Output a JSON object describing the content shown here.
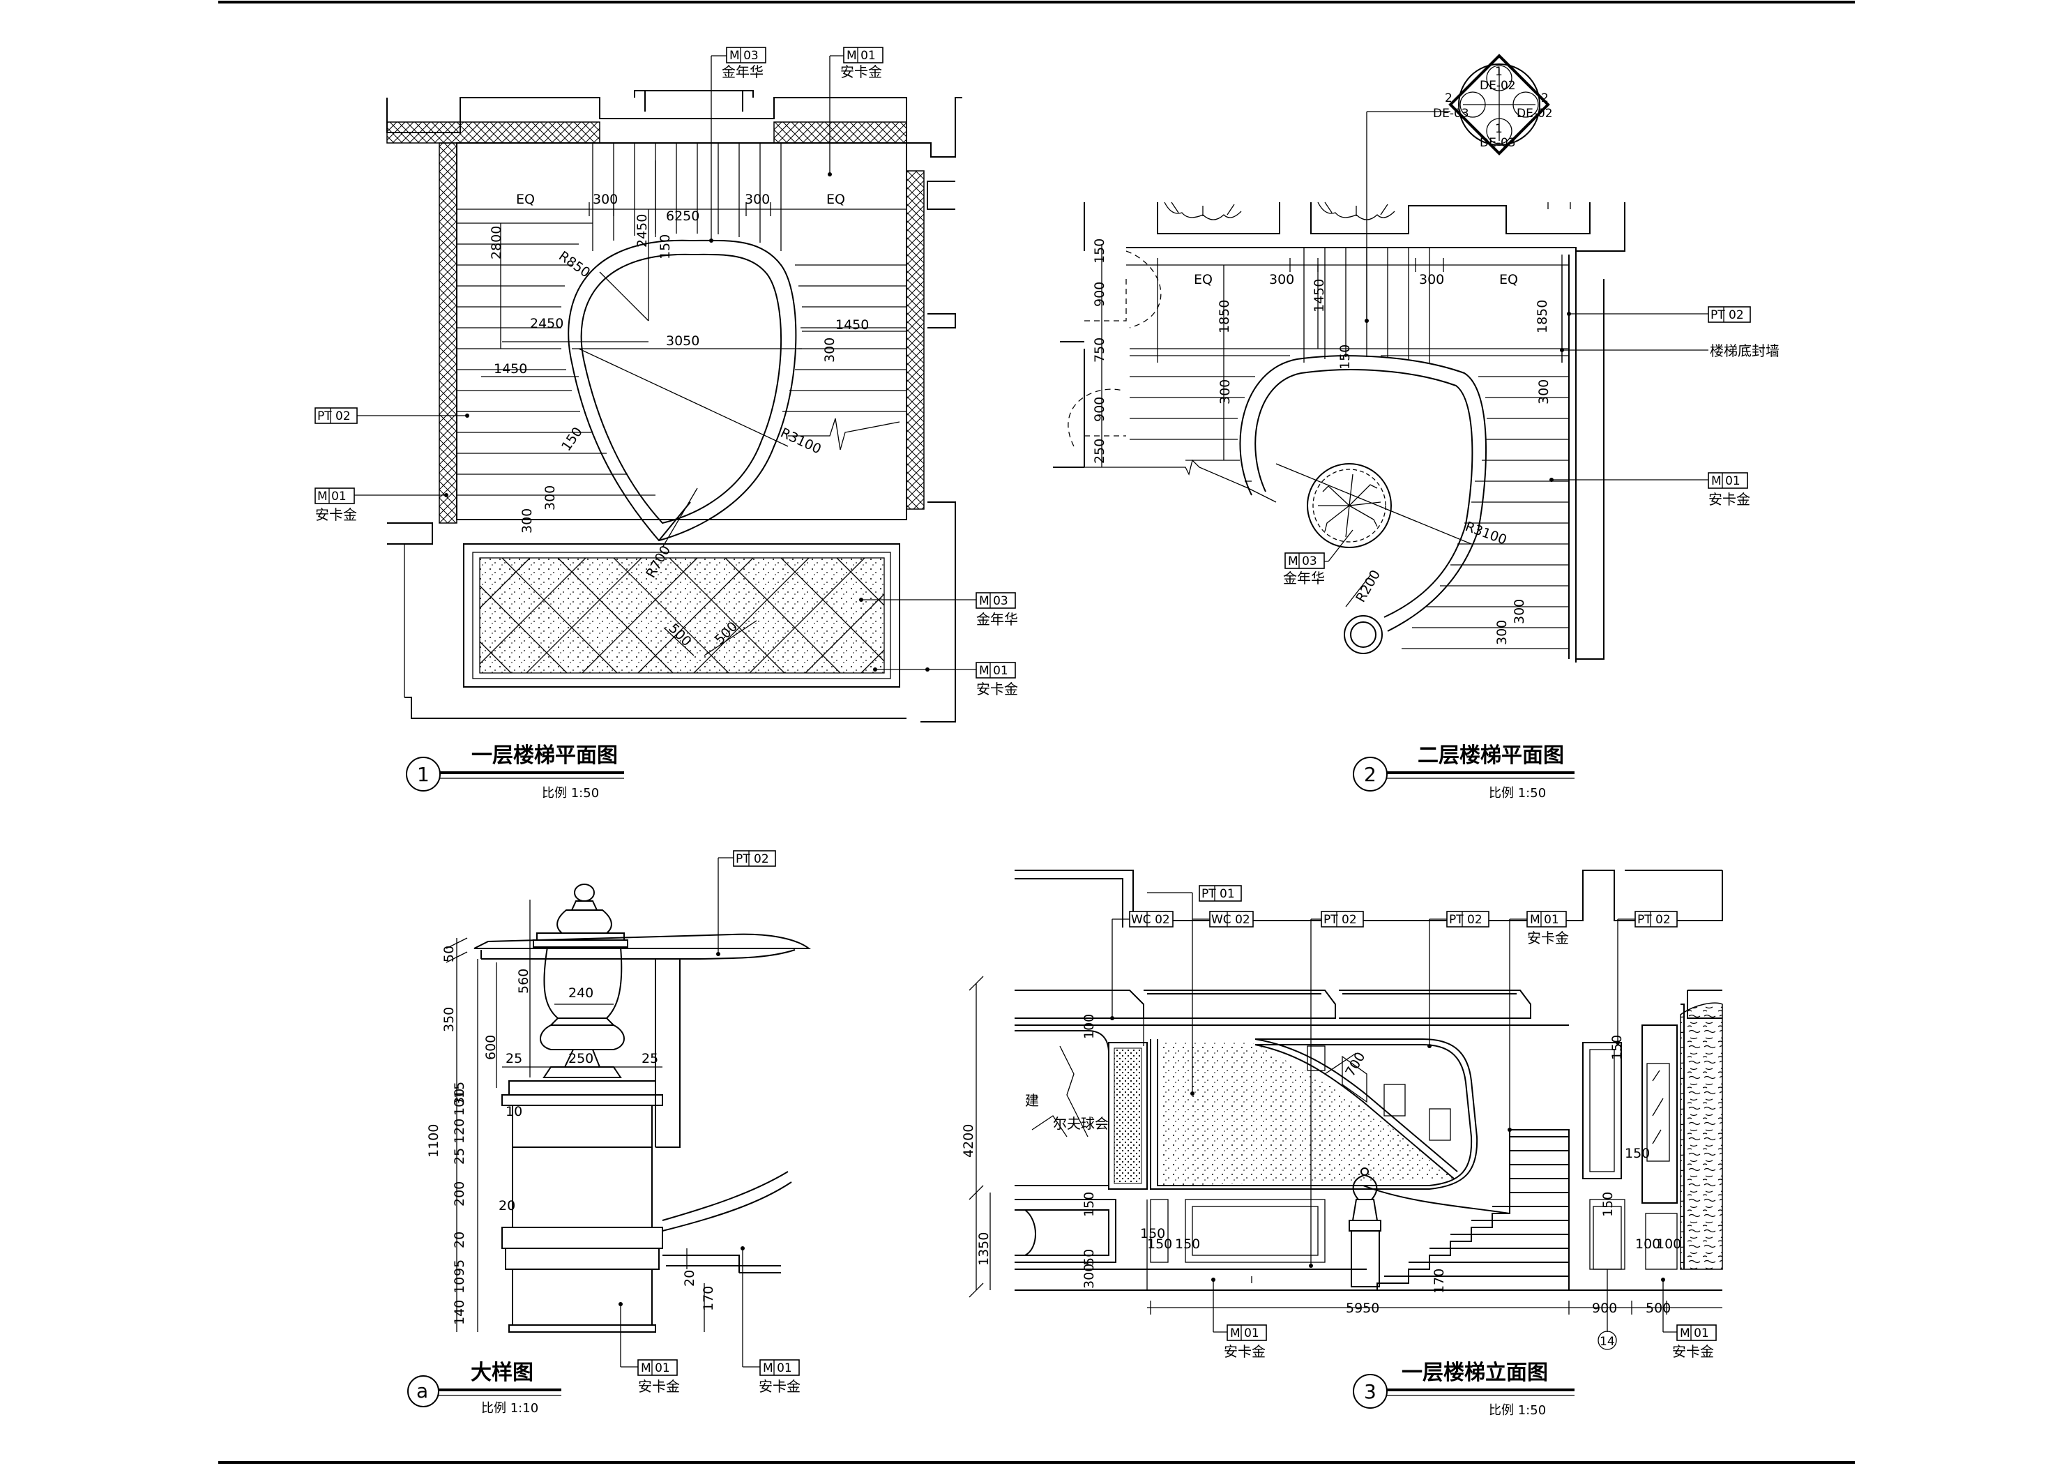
{
  "tags": {
    "m01": "M 01",
    "m03": "M 03",
    "pt01": "PT 01",
    "pt02": "PT 02",
    "wc02": "WC 02"
  },
  "materials": {
    "ankajin": "安卡金",
    "jinnianhua": "金年华",
    "stair_wall": "楼梯底封墙"
  },
  "views": {
    "v1": {
      "num": "1",
      "title": "一层楼梯平面图",
      "scale": "比例 1:50"
    },
    "v2": {
      "num": "2",
      "title": "二层楼梯平面图",
      "scale": "比例 1:50"
    },
    "va": {
      "num": "a",
      "title": "大样图",
      "scale": "比例 1:10"
    },
    "v3": {
      "num": "3",
      "title": "一层楼梯立面图",
      "scale": "比例 1:50"
    }
  },
  "key": {
    "top": "1",
    "bottom": "1",
    "left": "2",
    "right": "2",
    "de02a": "DE-02",
    "de02b": "DE-02",
    "de03a": "DE-03",
    "de03b": "DE-03"
  },
  "dims": {
    "v1": {
      "eq1": "EQ",
      "d300a": "300",
      "d6250": "6250",
      "d300b": "300",
      "eq2": "EQ",
      "d2450a": "2450",
      "d150a": "150",
      "d2800": "2800",
      "r850": "R850",
      "d2450b": "2450",
      "d3050": "3050",
      "d1450a": "1450",
      "d1450b": "1450",
      "d300c": "300",
      "r3100": "R3100",
      "d150b": "150",
      "d300d": "300",
      "d300e": "300",
      "r700": "R700",
      "d500a": "500",
      "d500b": "500"
    },
    "v2": {
      "d150": "150",
      "d900a": "900",
      "d750": "750",
      "d900b": "900",
      "d250": "250",
      "eq1": "EQ",
      "d300a": "300",
      "d1450": "1450",
      "d300b": "300",
      "eq2": "EQ",
      "d1850a": "1850",
      "d1850b": "1850",
      "d150b": "150",
      "d300c": "300",
      "d300d": "300",
      "r3100": "R3100",
      "r200": "R200",
      "d300e": "300",
      "d300f": "300"
    },
    "va": {
      "d50": "50",
      "d350": "350",
      "d560": "560",
      "d240": "240",
      "d600": "600",
      "d25a": "25",
      "d250": "250",
      "d25b": "25",
      "d1100": "1100",
      "d15": "15",
      "d10a": "10",
      "d30": "30",
      "d120": "120",
      "d25c": "25",
      "d10b": "10",
      "d200": "200",
      "d20a": "20",
      "d20b": "20",
      "d95": "95",
      "d10c": "10",
      "d140": "140",
      "d20c": "20",
      "d170": "170"
    },
    "v3": {
      "d4200": "4200",
      "d1350": "1350",
      "d100": "100",
      "d700": "700",
      "d150a": "150",
      "d150b": "150",
      "d150c": "150",
      "d150d": "150",
      "d300": "300",
      "d50": "50",
      "d150e": "150",
      "d150f": "150",
      "d150g": "150",
      "d100b": "100",
      "d100c": "100",
      "d170": "170",
      "d5950": "5950",
      "d900": "900",
      "d500": "500",
      "grid14": "14"
    }
  },
  "wall_text": {
    "line1": "建",
    "line2": "尔夫球会"
  }
}
